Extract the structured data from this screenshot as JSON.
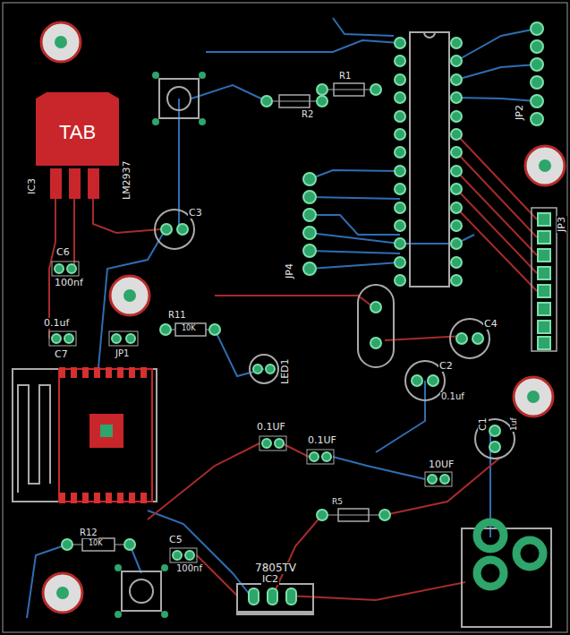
{
  "diagram": {
    "nodes": [
      {
        "text": [
          "TAB"
        ]
      }
    ],
    "labels": [
      "IC3",
      "LM2937",
      "C6",
      "100nf",
      "0.1uf",
      "C7",
      "JP1",
      "R11",
      "10K",
      "C3",
      "R2",
      "R1",
      "JP4",
      "LED1",
      "C4",
      "C2",
      "0.1uf",
      "C1",
      "1uf",
      "JP2",
      "JP3",
      "0.1UF",
      "0.1UF",
      "10UF",
      "R5",
      "R12",
      "10K",
      "C5",
      "100nf",
      "7805TV",
      "IC2"
    ]
  }
}
